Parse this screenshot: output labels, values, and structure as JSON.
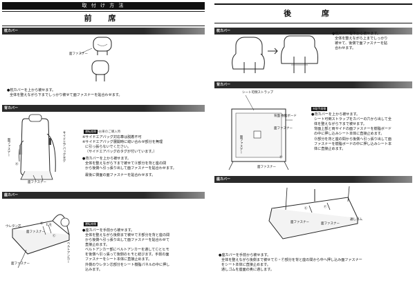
{
  "header": {
    "band": "取 付 け 方 法",
    "front": "前 席",
    "rear": "後 席"
  },
  "front": {
    "sections": {
      "pillow": "枕カバー",
      "back": "背カバー",
      "seat": "座カバー"
    },
    "pillow": {
      "label": "面ファスナー",
      "text1": "●枕カバーを上から被せます。",
      "text2": "全体を整えながら下までしっかり被せて面ファスナーを貼合わせます。"
    },
    "back": {
      "badge": "運転席側",
      "labels": {
        "fastener_side": "面ファスナー",
        "airbag_tag": "サイドエアバッグタグ",
        "marker_a": "Ⓐ",
        "fastener_bottom": "面ファスナー"
      },
      "notes": [
        "※お車のご購入時",
        "※サイドエアバッグ対応車は脱着不可",
        "※サイドエアバッグ展開時に縫い合わせ部分を無理",
        "に引っ張らないでください。",
        "（サイドエアバッグのタグが付いています。）"
      ],
      "steps": [
        "●背カバーを上から被せます。",
        "全体を整えながら下まで被せてⒶ部分を背と座の間",
        "から後側へ引っ張り出して面ファスナーを貼合わせます。",
        "最後に側面の面ファスナーを貼合わせます。"
      ]
    },
    "seat": {
      "badge": "運転席側",
      "labels": {
        "urethane": "ウレタン芯",
        "fastener_top": "面ファスナー",
        "ribbon": "ヒモ",
        "belt_hole": "ベルトアンカー",
        "fastener_bottom": "面ファスナー",
        "marker_b": "Ⓑ",
        "marker_c": "Ⓒ"
      },
      "steps": [
        "●座カバーを手前から被せます。",
        "全体を整えながら後側まで被せてⒷ部分を背と座の間",
        "から後側へ引っ張り出して面ファスナーを貼合わせて",
        "直接止めます。",
        "ベルトアンカー部にベルトアンカーを通してⒸとヒモ",
        "を後側へ引っ張って後側のヒモと結びます。手前の面",
        "ファスナーをシート本体に直接止めます。",
        "外側のウレタン芯部分をシート樹脂パネルの中に押し",
        "込みます。"
      ]
    }
  },
  "rear": {
    "sections": {
      "pillow": "枕カバー",
      "back": "背カバー",
      "seat": "座カバー"
    },
    "pillow": {
      "steps": [
        "●枕カバーを下から被せます。",
        "全体を整えながら上までしっかり",
        "被せて、後側で面ファスナーを貼",
        "合わせます。"
      ]
    },
    "back": {
      "badge": "※助手席側",
      "labels": {
        "strap": "シート可倒ストラップ",
        "board": "背面\n樹脂ボード",
        "fastener_r": "面ファスナー",
        "fastener_l": "面ファスナー",
        "fastener_b": "面ファスナー",
        "marker_d": "Ⓓ"
      },
      "steps": [
        "●背カバーを上から被せます。",
        "シート可倒ストラップをカバーの穴から出して全",
        "体を整えながら下まで被せます。",
        "背面上部と両サイドの面ファスナーを樹脂ボード",
        "の中に押し込みシート本体に直接止めます。",
        "Ⓓ部分を背と座の間から後側へ引っ張り出して面",
        "ファスナーを樹脂ボードの中に押し込みシート本",
        "体に直接止めます。"
      ]
    },
    "seat": {
      "labels": {
        "fastener_l": "面ファスナー",
        "fastener_r": "面ファスナー",
        "elastic": "通しゴム",
        "marker_e": "Ⓔ",
        "marker_f": "Ⓕ"
      },
      "steps": [
        "●座カバーを手前から被せます。",
        "全体を整えながら後側まで被せてⒺ・Ⓕ部分を背と座の間から中へ押し込み面ファスナー",
        "をシート本体に直接止めます。",
        "通しゴムを座面の奥に通します。"
      ]
    }
  }
}
